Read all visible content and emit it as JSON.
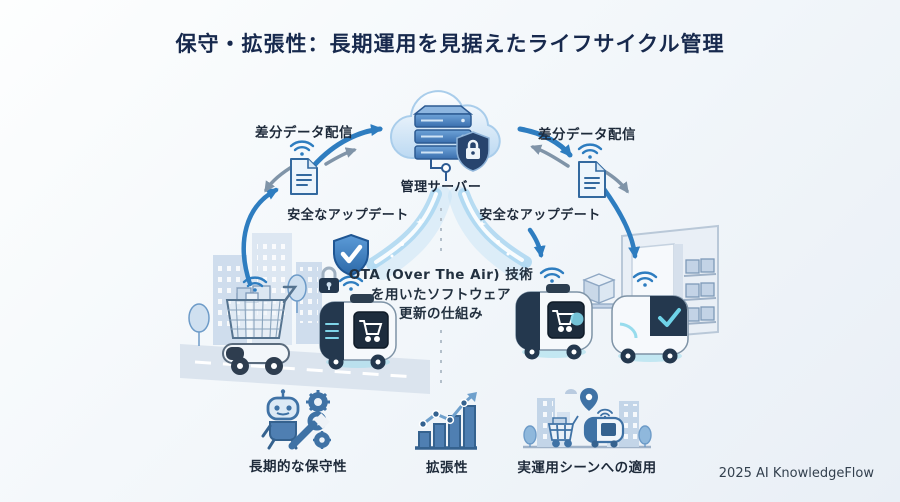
{
  "title": "保守・拡張性：長期運用を見据えたライフサイクル管理",
  "cloud_server": {
    "label": "管理サーバー"
  },
  "left_flow": {
    "data_label": "差分データ配信",
    "update_label": "安全なアップデート"
  },
  "right_flow": {
    "data_label": "差分データ配信",
    "update_label": "安全なアップデート"
  },
  "ota_note": {
    "line1": "OTA (Over The Air) 技術",
    "line2": "を用いたソフトウェア",
    "line3": "更新の仕組み"
  },
  "features": [
    {
      "id": "long-term-maintainability",
      "label": "長期的な保守性"
    },
    {
      "id": "scalability",
      "label": "拡張性"
    },
    {
      "id": "real-operation-scenes",
      "label": "実運用シーンへの適用"
    }
  ],
  "credit": "2025 AI KnowledgeFlow",
  "colors": {
    "navy_title": "#17294d",
    "accent_blue": "#2e7dc0",
    "gray_arrow": "#8094a8",
    "stream_blue": "#a7d4f0",
    "steel_icon": "#3f72a5"
  }
}
